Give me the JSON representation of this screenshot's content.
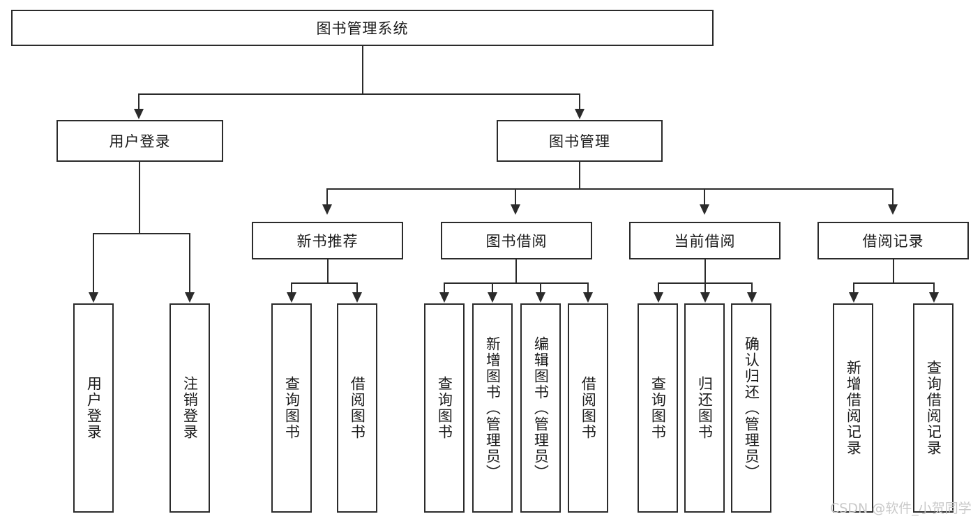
{
  "diagram": {
    "type": "tree",
    "title": "图书管理系统",
    "watermark": "CSDN @软件_小贺同学",
    "colors": {
      "box_border": "#2b2b2b",
      "box_fill": "#ffffff",
      "connector": "#2b2b2b",
      "text": "#1a1a1a",
      "watermark": "#c9c9c9",
      "background": "#ffffff"
    },
    "root": {
      "label": "图书管理系统"
    },
    "level2": [
      {
        "label": "用户登录"
      },
      {
        "label": "图书管理"
      }
    ],
    "level3": [
      {
        "label": "新书推荐"
      },
      {
        "label": "图书借阅"
      },
      {
        "label": "当前借阅"
      },
      {
        "label": "借阅记录"
      }
    ],
    "leaves": {
      "user_login": [
        {
          "label": "用户登录"
        },
        {
          "label": "注销登录"
        }
      ],
      "new_book": [
        {
          "label": "查询图书"
        },
        {
          "label": "借阅图书"
        }
      ],
      "book_borrow": [
        {
          "label": "查询图书"
        },
        {
          "label": "新增图书（管理员）"
        },
        {
          "label": "编辑图书（管理员）"
        },
        {
          "label": "借阅图书"
        }
      ],
      "current_borrow": [
        {
          "label": "查询图书"
        },
        {
          "label": "归还图书"
        },
        {
          "label": "确认归还（管理员）"
        }
      ],
      "borrow_record": [
        {
          "label": "新增借阅记录"
        },
        {
          "label": "查询借阅记录"
        }
      ]
    }
  }
}
